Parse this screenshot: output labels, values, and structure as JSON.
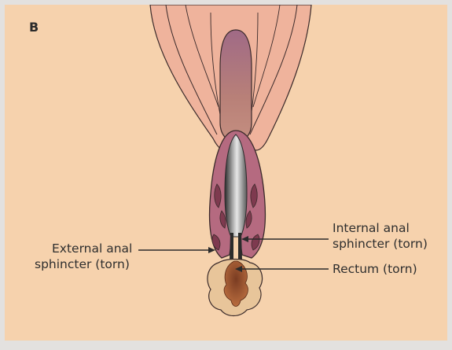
{
  "panel": {
    "letter": "B"
  },
  "labels": {
    "external_sphincter": {
      "line1": "External anal",
      "line2": "sphincter (torn)"
    },
    "internal_sphincter": {
      "line1": "Internal anal",
      "line2": "sphincter (torn)"
    },
    "rectum": {
      "line1": "Rectum (torn)"
    }
  },
  "colors": {
    "background": "#f6d2ad",
    "skin": "#efb39c",
    "vagina": "#a8707e",
    "muscle": "#b56a80",
    "muscle_dark": "#7e3a4f",
    "rectum_tissue": "#e8c59a",
    "wound": "#8a4a2a",
    "line": "#2b2b2b"
  }
}
